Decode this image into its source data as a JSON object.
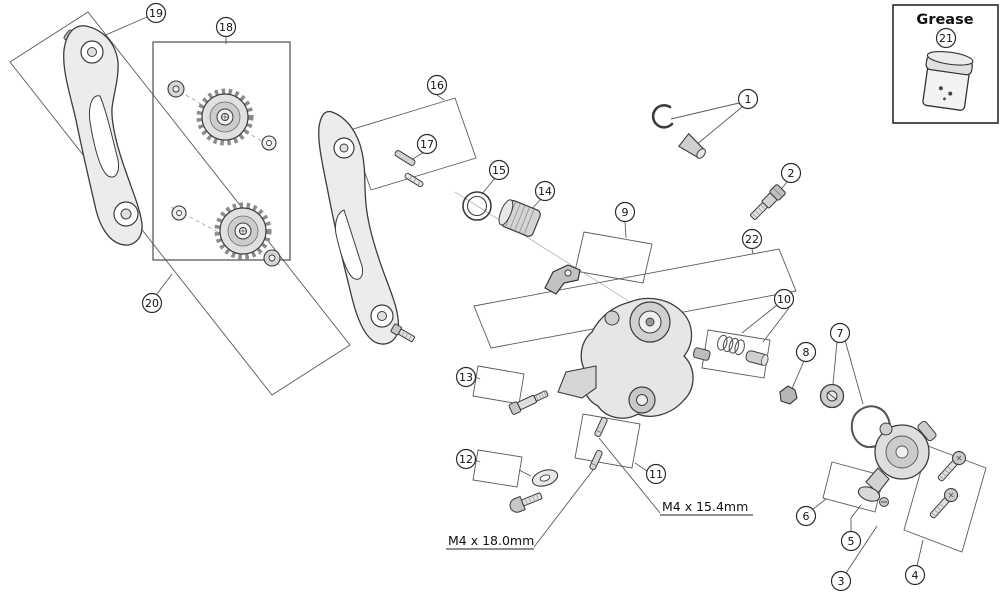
{
  "diagram": {
    "labels": {
      "grease": "Grease",
      "m4_15_4": "M4 x 15.4mm",
      "m4_18_0": "M4 x 18.0mm"
    },
    "colors": {
      "ink": "#1a1a1a",
      "leader": "#5a5a5a"
    },
    "callouts": [
      {
        "label": "1"
      },
      {
        "label": "2"
      },
      {
        "label": "3"
      },
      {
        "label": "4"
      },
      {
        "label": "5"
      },
      {
        "label": "6"
      },
      {
        "label": "7"
      },
      {
        "label": "8"
      },
      {
        "label": "9"
      },
      {
        "label": "10"
      },
      {
        "label": "11"
      },
      {
        "label": "12"
      },
      {
        "label": "13"
      },
      {
        "label": "14"
      },
      {
        "label": "15"
      },
      {
        "label": "16"
      },
      {
        "label": "17"
      },
      {
        "label": "18"
      },
      {
        "label": "19"
      },
      {
        "label": "20"
      },
      {
        "label": "21"
      },
      {
        "label": "22"
      }
    ]
  }
}
